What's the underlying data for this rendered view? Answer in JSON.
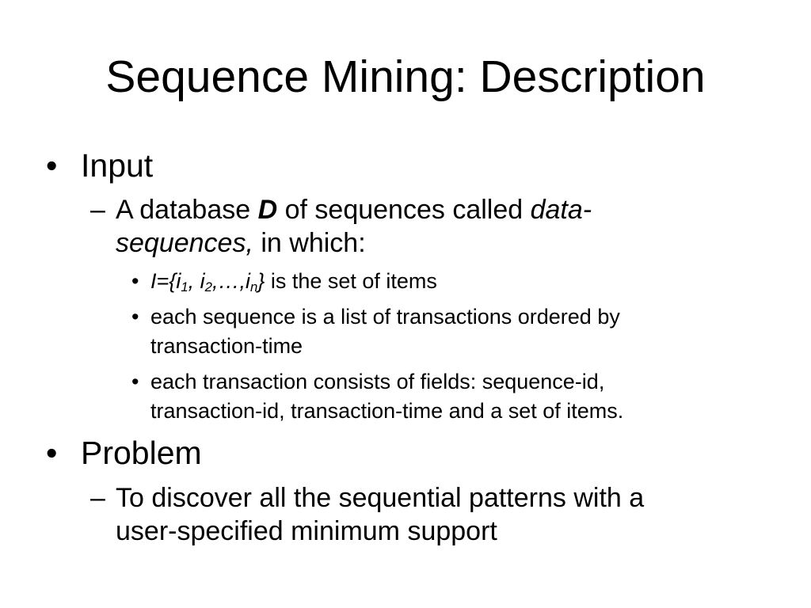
{
  "slide": {
    "title": "Sequence Mining: Description",
    "bullet_glyph": "•",
    "dash_glyph": "–",
    "input": {
      "label": "Input",
      "db": {
        "t1": "A database ",
        "t2": "D",
        "t3": " of sequences called ",
        "t4": "data-",
        "t5": "sequences,",
        "t6": " in which:"
      },
      "items_set": {
        "i_var": "I",
        "eq_open": "={",
        "i": "i",
        "sub1": "1",
        "comma": ", ",
        "sub2": "2",
        "ellipsis": ",…,",
        "subn": "n",
        "close": "}",
        "rest": " is the set of items"
      },
      "seq_line1": "each sequence is a list of transactions ordered by",
      "seq_line2": "transaction-time",
      "trans_line1": "each transaction consists of fields: sequence-id,",
      "trans_line2": "transaction-id, transaction-time and a set of items."
    },
    "problem": {
      "label": "Problem",
      "line1": "To discover all the sequential patterns with a",
      "line2": "user-specified minimum support"
    }
  }
}
